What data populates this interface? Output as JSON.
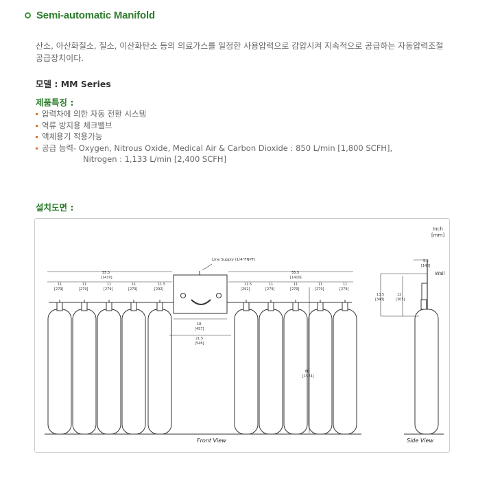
{
  "header": {
    "title": "Semi-automatic Manifold"
  },
  "description": "산소, 아산화질소, 질소, 이산화탄소 등의 의료가스를 일정한 사용압력으로 감압시켜 지속적으로 공급하는 자동압력조절 공급장치이다.",
  "model": {
    "label": "모델 : MM Series"
  },
  "features": {
    "title": "제품특징 :",
    "items": [
      "압력차에 의한 자동 전환 시스템",
      "역류 방지용 체크밸브",
      "액체용기 적용가능"
    ],
    "supply_line1": "공급 능력- Oxygen, Nitrous Oxide, Medical Air & Carbon Dioxide : 850 L/min [1,800 SCFH],",
    "supply_line2": "Nitrogen : 1,133 L/min [2,400 SCFH]"
  },
  "drawing": {
    "title": "설치도면 :",
    "units": [
      "Inch",
      "[mm]"
    ],
    "wall_label": "Wall",
    "line_supply": "Line Supply (1/4\"FNPT)",
    "front_view": "Front View",
    "side_view": "Side View",
    "dims": {
      "left_total": [
        "55.5",
        "[1410]"
      ],
      "right_total": [
        "55.5",
        "[1410]"
      ],
      "left_spacings": [
        [
          "11",
          "[279]"
        ],
        [
          "11",
          "[279]"
        ],
        [
          "11",
          "[279]"
        ],
        [
          "11",
          "[279]"
        ],
        [
          "11.5",
          "[292]"
        ]
      ],
      "right_spacings": [
        [
          "11.5",
          "[292]"
        ],
        [
          "11",
          "[279]"
        ],
        [
          "11",
          "[279]"
        ],
        [
          "11",
          "[279]"
        ],
        [
          "11",
          "[279]"
        ]
      ],
      "center_inner": [
        "18",
        "[457]"
      ],
      "center_outer": [
        "21.5",
        "[546]"
      ],
      "height": [
        "60",
        "[1524]"
      ],
      "side_wall": [
        "5.5",
        "[140]"
      ],
      "side_h1": [
        "13.5",
        "[343]"
      ],
      "side_h2": [
        "12",
        "[305]"
      ]
    }
  }
}
